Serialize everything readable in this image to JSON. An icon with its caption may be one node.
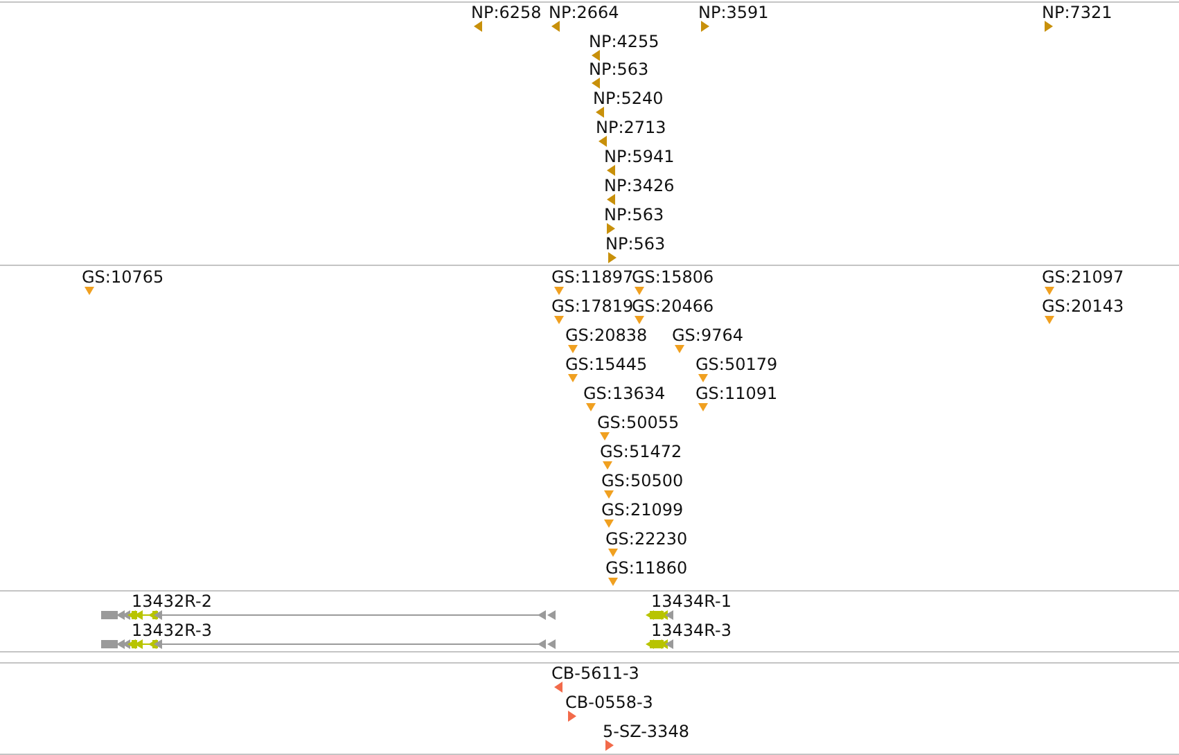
{
  "diagram": {
    "labels": [
      "NP:6258",
      "NP:2664",
      "NP:3591",
      "NP:7321",
      "NP:4255",
      "NP:563",
      "NP:5240",
      "NP:2713",
      "NP:5941",
      "NP:3426",
      "NP:563",
      "NP:563",
      "GS:10765",
      "GS:11897",
      "GS:15806",
      "GS:21097",
      "GS:17819",
      "GS:20466",
      "GS:20143",
      "GS:20838",
      "GS:9764",
      "GS:15445",
      "GS:50179",
      "GS:13634",
      "GS:11091",
      "GS:50055",
      "GS:51472",
      "GS:50500",
      "GS:21099",
      "GS:22230",
      "GS:11860",
      "13432R-2",
      "13434R-1",
      "13432R-3",
      "13434R-3",
      "CB-5611-3",
      "CB-0558-3",
      "5-SZ-3348"
    ]
  }
}
